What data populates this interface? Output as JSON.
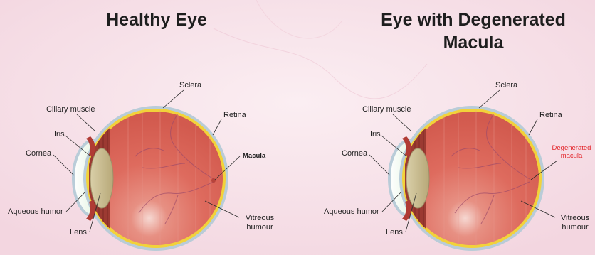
{
  "colors": {
    "background": "#f7e3ea",
    "sclera": "#b9ccd8",
    "retina": "#f2d23a",
    "vitreous": "#dc6559",
    "lens": "#c9bb8e",
    "cornea": "#dff3dc",
    "highlight_red": "#e3262b"
  },
  "left_panel": {
    "title": "Healthy Eye",
    "labels": {
      "sclera": "Sclera",
      "ciliary_muscle": "Ciliary muscle",
      "retina": "Retina",
      "iris": "Iris",
      "cornea": "Cornea",
      "macula": "Macula",
      "aqueous_humor": "Aqueous humor",
      "lens": "Lens",
      "vitreous_humour_line1": "Vitreous",
      "vitreous_humour_line2": "humour"
    }
  },
  "right_panel": {
    "title_line1": "Eye with Degenerated",
    "title_line2": "Macula",
    "labels": {
      "sclera": "Sclera",
      "ciliary_muscle": "Ciliary muscle",
      "retina": "Retina",
      "iris": "Iris",
      "cornea": "Cornea",
      "degenerated_macula_line1": "Degenerated",
      "degenerated_macula_line2": "macula",
      "aqueous_humor": "Aqueous humor",
      "lens": "Lens",
      "vitreous_humour_line1": "Vitreous",
      "vitreous_humour_line2": "humour"
    }
  }
}
